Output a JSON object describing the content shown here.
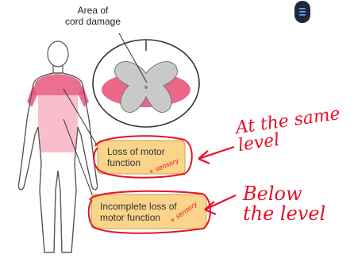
{
  "diagram": {
    "cord_label": "Area of\ncord damage",
    "callout_1": "Loss of motor\nfunction",
    "callout_2": "Incomplete loss of\nmotor function"
  },
  "annotations": {
    "note_1": "At the same\nlevel",
    "note_2": "Below\nthe level",
    "small_1": "+ sensory",
    "small_2": "+ sensory"
  },
  "ui": {
    "menu_icon": "hamburger-menu-icon"
  },
  "colors": {
    "damage_pink": "#e8577a",
    "light_pink": "#f7b7c6",
    "callout_fill": "#f9d48a",
    "annotation_red": "#e8102a"
  }
}
